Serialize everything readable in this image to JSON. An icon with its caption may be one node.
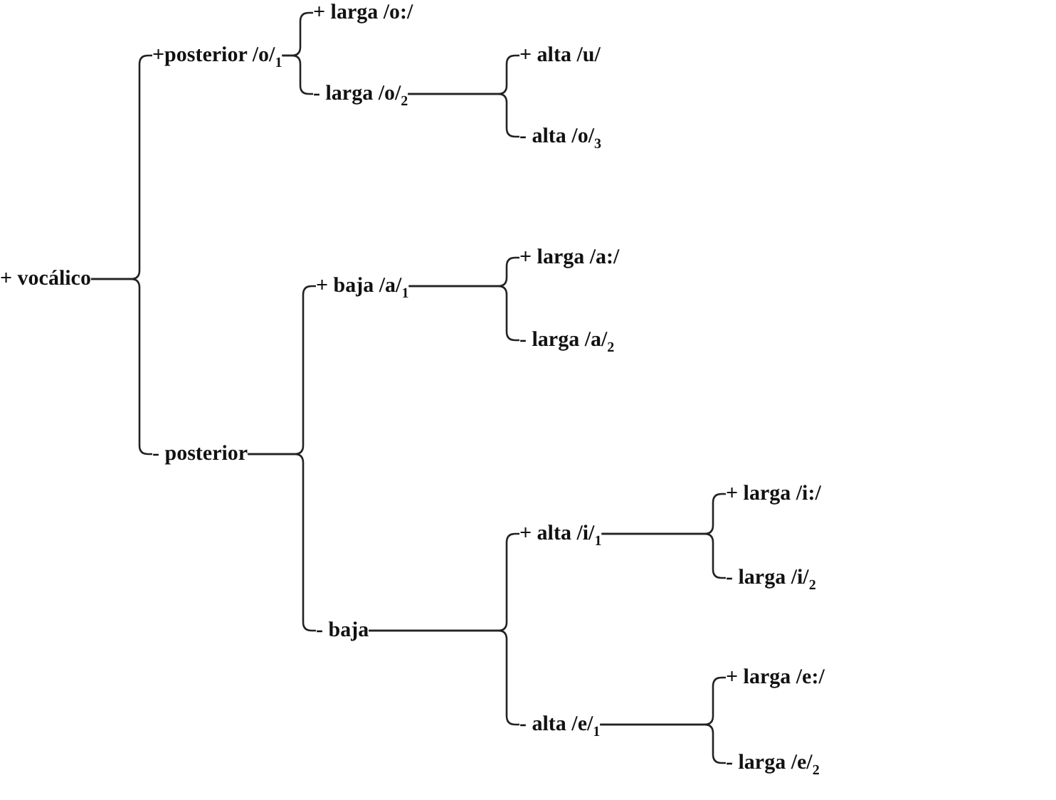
{
  "diagram": {
    "nodes": [
      {
        "text": [
          "+ vocálico"
        ]
      },
      {
        "text": [
          "+posterior /o/$_{1}$"
        ]
      },
      {
        "text": [
          "+ larga /o:/"
        ]
      },
      {
        "text": [
          "- larga /o/$_{2}$"
        ]
      },
      {
        "text": [
          "+ alta /u/"
        ]
      },
      {
        "text": [
          "- alta /o/$_{3}$"
        ]
      },
      {
        "text": [
          "- posterior"
        ]
      },
      {
        "text": [
          "+ baja /a/$_{1}$"
        ]
      },
      {
        "text": [
          "+ larga /a:/"
        ]
      },
      {
        "text": [
          "- larga /a/$_{2}$"
        ]
      },
      {
        "text": [
          "- baja"
        ]
      },
      {
        "text": [
          "+ alta /i/$_{1}$"
        ]
      },
      {
        "text": [
          "+ larga /i:/"
        ]
      },
      {
        "text": [
          "- larga /i/$_{2}$"
        ]
      },
      {
        "text": [
          "- alta /e/$_{1}$"
        ]
      },
      {
        "text": [
          "+ larga /e:/"
        ]
      },
      {
        "text": [
          "- larga /e/$_{2}$"
        ]
      }
    ],
    "edges": [
      {
        "from": 0,
        "to": 1,
        "arrow": "none"
      },
      {
        "from": 0,
        "to": 6,
        "arrow": "none"
      },
      {
        "from": 1,
        "to": 2,
        "arrow": "none"
      },
      {
        "from": 1,
        "to": 3,
        "arrow": "none"
      },
      {
        "from": 3,
        "to": 4,
        "arrow": "none"
      },
      {
        "from": 3,
        "to": 5,
        "arrow": "none"
      },
      {
        "from": 6,
        "to": 7,
        "arrow": "none"
      },
      {
        "from": 6,
        "to": 10,
        "arrow": "none"
      },
      {
        "from": 7,
        "to": 8,
        "arrow": "none"
      },
      {
        "from": 7,
        "to": 9,
        "arrow": "none"
      },
      {
        "from": 10,
        "to": 11,
        "arrow": "none"
      },
      {
        "from": 10,
        "to": 14,
        "arrow": "none"
      },
      {
        "from": 11,
        "to": 12,
        "arrow": "none"
      },
      {
        "from": 11,
        "to": 13,
        "arrow": "none"
      },
      {
        "from": 14,
        "to": 15,
        "arrow": "none"
      },
      {
        "from": 14,
        "to": 16,
        "arrow": "none"
      }
    ]
  }
}
